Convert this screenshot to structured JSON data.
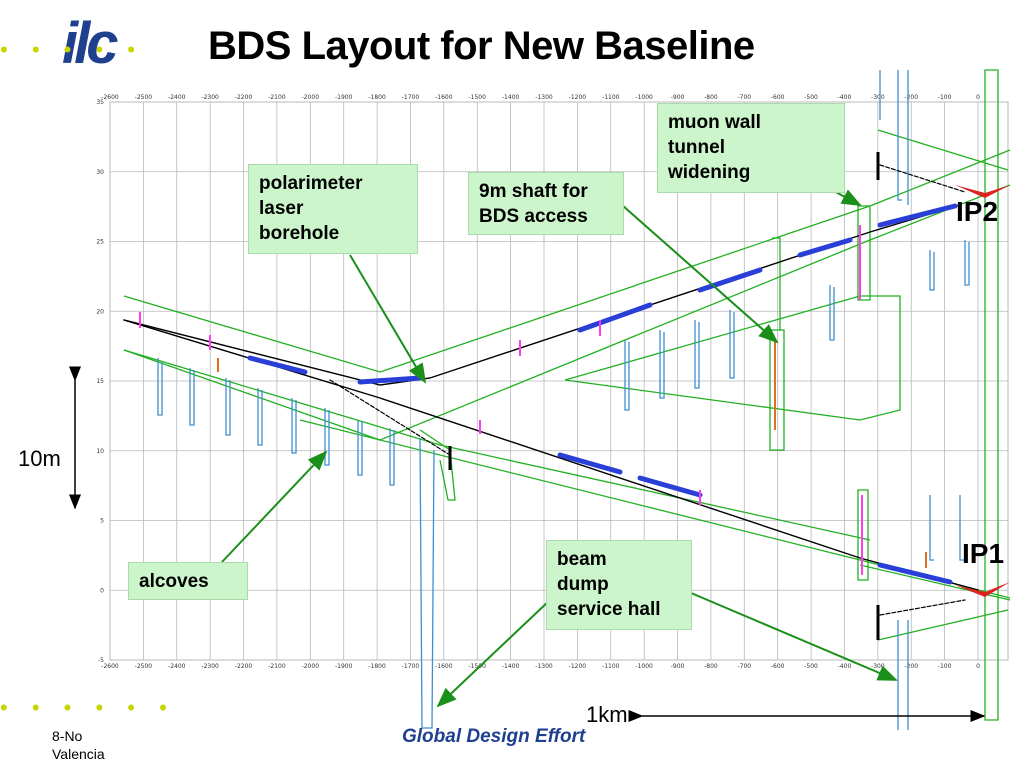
{
  "title": "BDS Layout for New Baseline",
  "logo": {
    "text": "ilc"
  },
  "axis": {
    "x_ticks": [
      -2600,
      -2500,
      -2400,
      -2300,
      -2200,
      -2100,
      -2000,
      -1900,
      -1800,
      -1700,
      -1600,
      -1500,
      -1400,
      -1300,
      -1200,
      -1100,
      -1000,
      -900,
      -800,
      -700,
      -600,
      -500,
      -400,
      -300,
      -200,
      -100,
      0
    ],
    "y_ticks": [
      35,
      30,
      25,
      20,
      15,
      10,
      5,
      0,
      -5
    ],
    "xlim": [
      -2600,
      0
    ],
    "ylim": [
      -5,
      35
    ]
  },
  "callouts": {
    "polarimeter": "polarimeter\nlaser\nborehole",
    "shaft": "9m shaft for\nBDS access",
    "muon": "muon wall\ntunnel\nwidening",
    "alcoves": "alcoves",
    "dump": "beam\ndump\nservice hall"
  },
  "labels": {
    "ip2": "IP2",
    "ip1": "IP1",
    "vertical_scale": "10m",
    "horizontal_scale": "1km"
  },
  "footer": {
    "date": "8-No",
    "place": "Valencia",
    "center": "Global Design Effort"
  },
  "colors": {
    "grid": "#b8b8b8",
    "tunnel": "#22b022",
    "beamline": "#000000",
    "magnet": "#2a3fd8",
    "shaft": "#3e8fd0",
    "arrow": "#1a8f1a",
    "callout_bg": "#ccf5cc"
  }
}
